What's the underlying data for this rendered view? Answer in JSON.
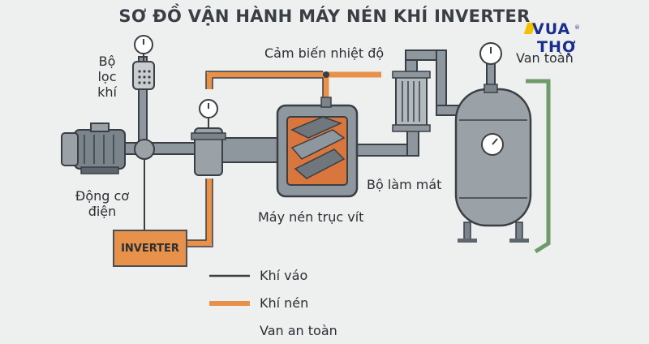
{
  "title": "SƠ ĐỒ VẬN HÀNH MÁY NÉN KHÍ INVERTER",
  "logo": {
    "line1": "VUA",
    "line2": "THỢ",
    "trademark": "®"
  },
  "labels": {
    "air_filter": "Bộ lọc khí",
    "temp_sensor": "Cảm biến nhiệt độ",
    "safety_valve_top": "Van toàn",
    "motor": "Động cơ điện",
    "compressor": "Máy nén trục vít",
    "cooler": "Bộ làm mát",
    "inverter": "INVERTER"
  },
  "legend": {
    "intake": "Khí váo",
    "compressed": "Khí nén",
    "safety_valve": "Van an toàn"
  },
  "colors": {
    "intake_line": "#3a3f44",
    "compressed_line": "#e8914a",
    "return_line": "#6f9a6a",
    "equipment": "#8f979e",
    "equipment_dark": "#5f676e",
    "outline": "#3a3f44"
  }
}
